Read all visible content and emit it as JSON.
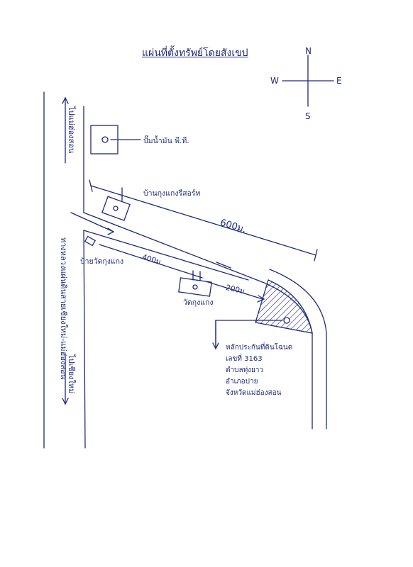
{
  "title": "แผ่นที่ตั้งทรัพย์โดยสังเขป",
  "compass": {
    "north": "N",
    "south": "S",
    "east": "E",
    "west": "W"
  },
  "roads": {
    "left_top_label": "ไปแม่ฮ่องสอน",
    "left_bottom_label": "ไปเชียงใหม่",
    "highway_name": "ทางหลวงแผ่นดินสายเชียงใหม่-แม่ฮ่องสอน"
  },
  "landmarks": {
    "gas_station": "ปั๊มน้ำมัน พี.ที.",
    "resort": "บ้านกุงแกงรีสอร์ท",
    "temple_sign": "ป้ายวัดกุงแกง",
    "temple": "วัดกุงแกง"
  },
  "distances": {
    "d1": "600ม.",
    "d2": "400ม.",
    "d3": "200ม."
  },
  "deed": {
    "line1": "หลักประกันที่ดินโฉนด",
    "line2": "เลขที่ 3163",
    "line3": "ตำบลทุ่งยาว",
    "line4": "อำเภอปาย",
    "line5": "จังหวัดแม่ฮ่องสอน"
  },
  "colors": {
    "ink": "#1f2a7a"
  }
}
